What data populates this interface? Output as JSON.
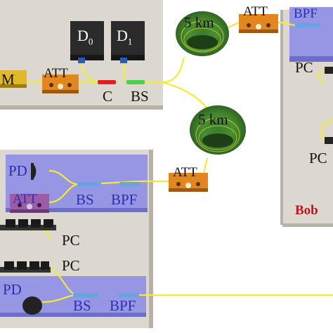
{
  "colors": {
    "fiber": "#f3ea3a",
    "plate": "#ddd8cf",
    "plate_edge": "#b7b1a7",
    "blue_box": "#8e8fe6",
    "att_orange": "#e2861f",
    "bs_blue": "#6aa4e0",
    "c_red": "#e02020",
    "bs_green": "#4cd04c",
    "detector": "#2b2b2b",
    "bob_red": "#c0131d"
  },
  "top_left": {
    "m_label": "M",
    "att_label": "ATT",
    "d0": {
      "main": "D",
      "sub": "0"
    },
    "d1": {
      "main": "D",
      "sub": "1"
    },
    "c_label": "C",
    "bs_label": "BS"
  },
  "spools": {
    "top": "5 km",
    "middle": "5 km"
  },
  "att_top": "ATT",
  "att_middle": "ATT",
  "bob": {
    "name": "Bob",
    "bpf_label": "BPF",
    "pc1": "PC",
    "pc2": "PC"
  },
  "alice1": {
    "pd": "PD",
    "att": "ATT",
    "bs": "BS",
    "bpf": "BPF",
    "pc": "PC"
  },
  "alice2": {
    "pc": "PC",
    "pd": "PD",
    "bs": "BS",
    "bpf": "BPF"
  }
}
